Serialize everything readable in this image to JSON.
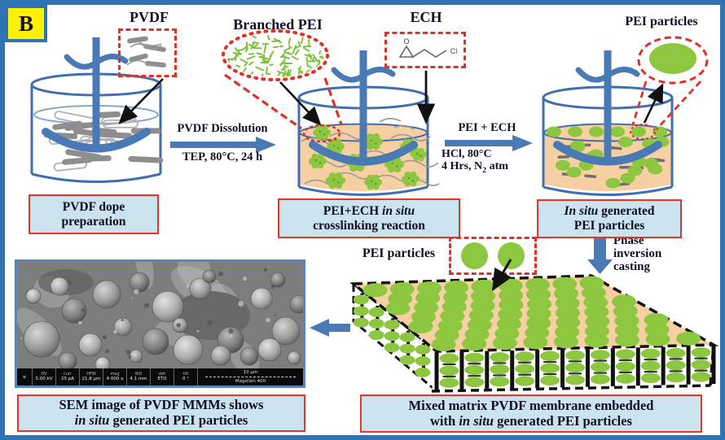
{
  "badge": "B",
  "colors": {
    "frame": "#2e74b5",
    "beaker_blue": "#3f6fae",
    "stirrer_blue": "#4a7ab5",
    "arrow_blue": "#4a7ab5",
    "green": "#8dc63f",
    "green_dark": "#5a9a28",
    "peach": "#f6cfa2",
    "red_dashed": "#e03127",
    "caption_border": "#e8332a",
    "caption_bg": "#cbe3ed",
    "yellow": "#fff200",
    "gray_chain": "#8e8e8e"
  },
  "labels": {
    "pvdf": "PVDF",
    "branched_pei": "Branched PEI",
    "ech": "ECH",
    "ech_o": "O",
    "ech_cl": "Cl",
    "pei_particles_top": "PEI particles",
    "pei_particles_bottom": "PEI particles",
    "phase_line1": "Phase",
    "phase_line2": "inversion",
    "phase_line3": "casting"
  },
  "arrows": {
    "dissolution": {
      "top": "PVDF Dissolution",
      "bottom": "TEP, 80°C, 24 h"
    },
    "reaction": {
      "top": "PEI + ECH",
      "mid": "HCl, 80°C",
      "bottom_pre": "4 Hrs, N",
      "bottom_sub": "2",
      "bottom_post": " atm"
    }
  },
  "captions": {
    "dope": {
      "line1": "PVDF dope",
      "line2": "preparation"
    },
    "crosslink": {
      "line1_pre": "PEI+ECH ",
      "line1_em": "in situ",
      "line2": "crosslinking reaction"
    },
    "generated": {
      "line1_em": "In situ",
      "line1_post": " generated",
      "line2": "PEI particles"
    },
    "membrane": {
      "line1": "Mixed matrix PVDF membrane embedded",
      "line2_pre": "with ",
      "line2_em": "in situ",
      "line2_post": " generated PEI particles"
    },
    "sem": {
      "line1": "SEM image of PVDF MMMs shows",
      "line2_em": "in situ",
      "line2_post": " generated PEI particles"
    }
  },
  "sem_bar": {
    "fields": [
      {
        "label": "HV",
        "value": "5.00 kV"
      },
      {
        "label": "curr",
        "value": "25 pA"
      },
      {
        "label": "HFW",
        "value": "21.8 µm"
      },
      {
        "label": "mag",
        "value": "4 000 x"
      },
      {
        "label": "WD",
        "value": "4.1 mm"
      },
      {
        "label": "det",
        "value": "ETD"
      },
      {
        "label": "tilt",
        "value": "0 °"
      }
    ],
    "scale": "10 µm",
    "instrument": "Magellan 400"
  }
}
